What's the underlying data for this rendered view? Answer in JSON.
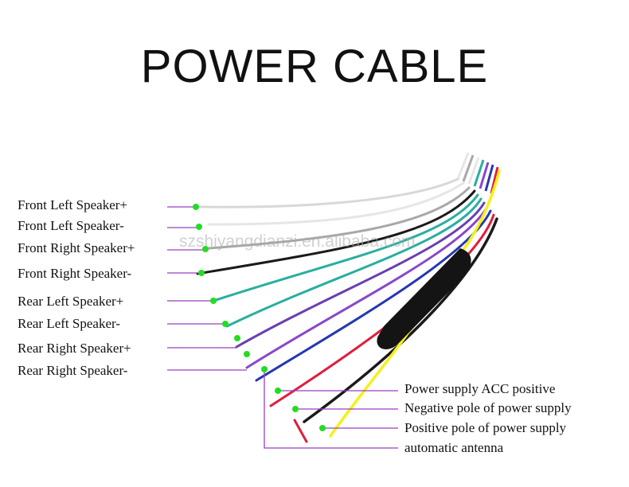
{
  "title": "POWER CABLE",
  "watermark": "szshiyangdianzi.en.alibaba.com",
  "left_labels": [
    "Front Left Speaker+",
    "Front Left Speaker-",
    "Front Right Speaker+",
    "Front Right Speaker-",
    "Rear Left Speaker+",
    "Rear Left Speaker-",
    "Rear Right Speaker+",
    "Rear Right Speaker-"
  ],
  "right_labels": [
    "Power supply ACC positive",
    "Negative pole of power supply",
    "Positive pole of power supply",
    "automatic antenna"
  ],
  "colors": {
    "leader_line": "#9b3fbf",
    "dot": "#22dd22",
    "wire_white": "#e6e6e6",
    "wire_gray": "#a8a8a8",
    "wire_green": "#3f8f5a",
    "wire_teal": "#2aaea0",
    "wire_purple": "#6a3fb0",
    "wire_violet": "#8848c8",
    "wire_blue": "#2638b0",
    "wire_red": "#e01e3c",
    "wire_black": "#1a1a1a",
    "wire_yellow": "#f5f01a",
    "sleeve": "#141414"
  }
}
